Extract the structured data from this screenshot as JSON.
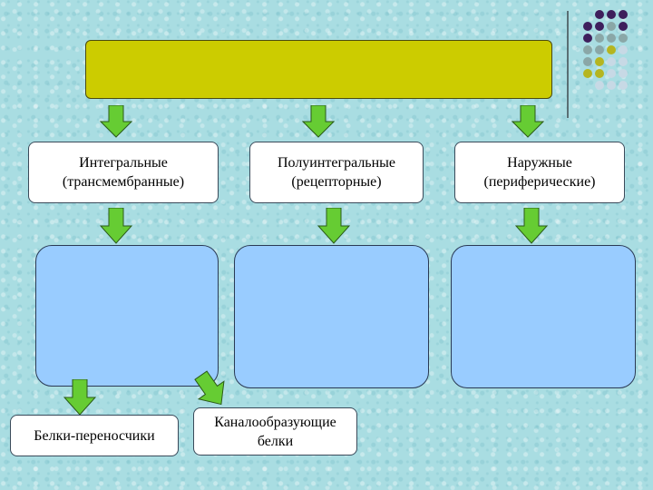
{
  "title_box": {
    "text": ""
  },
  "categories": [
    {
      "label": "Интегральные\n(трансмембранные)"
    },
    {
      "label": "Полуинтегральные\n(рецепторные)"
    },
    {
      "label": "Наружные\n(периферические)"
    }
  ],
  "subtypes": [
    {
      "label": "Белки-переносчики"
    },
    {
      "label": "Каналообразующие\nбелки"
    }
  ],
  "colors": {
    "title_fill": "#cccc00",
    "arrow_fill": "#66cc33",
    "panel_fill": "#99ccff",
    "dot_purple": "#3e1f5c",
    "dot_gray": "#8aa7a7",
    "dot_yellow": "#b5b520",
    "dot_pale": "#c7d9e5"
  }
}
